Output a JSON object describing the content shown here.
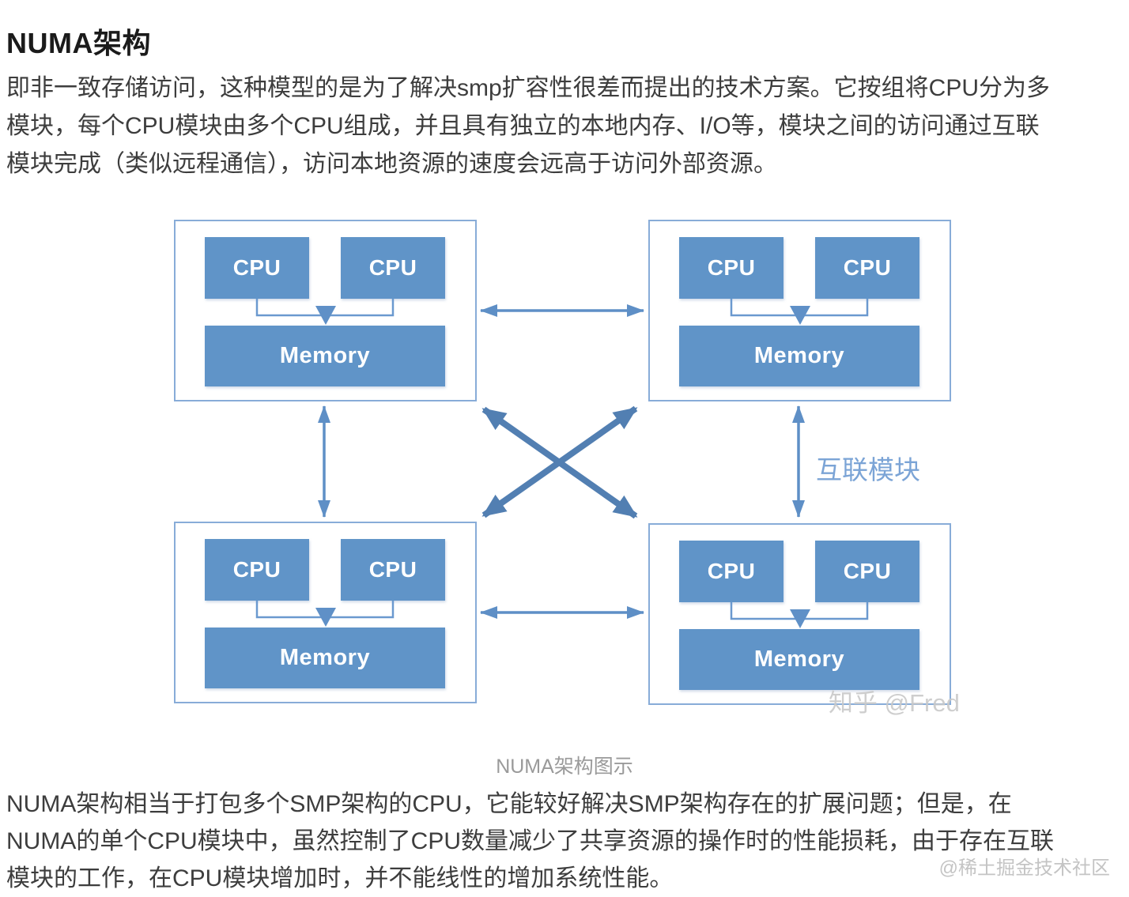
{
  "page": {
    "title": "NUMA架构",
    "intro": {
      "lines": [
        "即非一致存储访问，这种模型的是为了解决smp扩容性很差而提出的技术方案。它按组将CPU分为多",
        "模块，每个CPU模块由多个CPU组成，并且具有独立的本地内存、I/O等，模块之间的访问通过互联",
        "模块完成（类似远程通信），访问本地资源的速度会远高于访问外部资源。"
      ]
    },
    "caption": "NUMA架构图示",
    "summary": {
      "lines": [
        "NUMA架构相当于打包多个SMP架构的CPU，它能较好解决SMP架构存在的扩展问题；但是，在",
        "NUMA的单个CPU模块中，虽然控制了CPU数量减少了共享资源的操作时的性能损耗，由于存在互联",
        "模块的工作，在CPU模块增加时，并不能线性的增加系统性能。"
      ]
    },
    "site_watermark": "@稀土掘金技术社区"
  },
  "diagram": {
    "interconnect_label": "互联模块",
    "watermark": "知乎 @Fred",
    "colors": {
      "box_fill": "#6094c8",
      "node_border": "#88acd8",
      "arrow": "#5e8fc6",
      "diagonal_arrow": "#527fb2",
      "label_text": "#7ba4d6"
    },
    "nodes": [
      {
        "id": "top-left",
        "cpus": [
          "CPU",
          "CPU"
        ],
        "memory": "Memory"
      },
      {
        "id": "top-right",
        "cpus": [
          "CPU",
          "CPU"
        ],
        "memory": "Memory"
      },
      {
        "id": "bottom-left",
        "cpus": [
          "CPU",
          "CPU"
        ],
        "memory": "Memory"
      },
      {
        "id": "bottom-right",
        "cpus": [
          "CPU",
          "CPU"
        ],
        "memory": "Memory"
      }
    ]
  }
}
